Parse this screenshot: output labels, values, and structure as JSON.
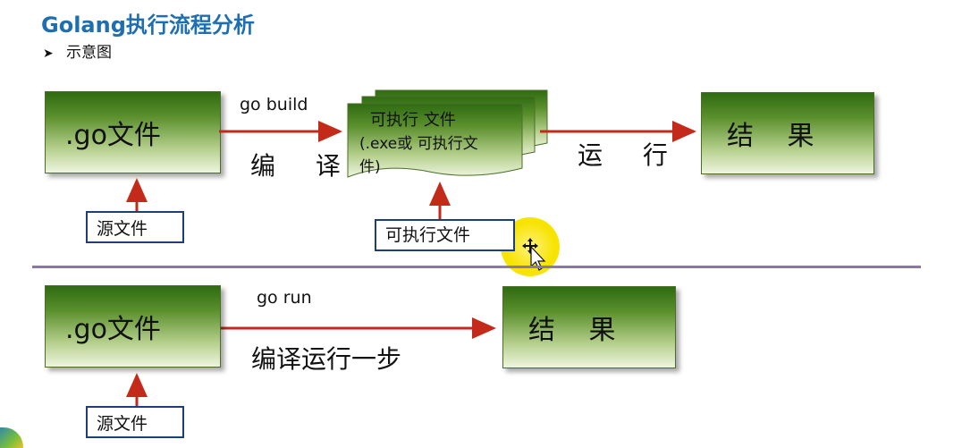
{
  "title": "Golang执行流程分析",
  "subtitle": "示意图",
  "top_flow": {
    "source_box": ".go文件",
    "source_label": "源文件",
    "build_command": "go build",
    "compile_label": "编 译",
    "exe_doc_line1": "可执行 文件",
    "exe_doc_line2": "(.exe或 可执行文",
    "exe_doc_line3": "件)",
    "exe_label": "可执行文件",
    "run_label": "运 行",
    "result_box": "结 果"
  },
  "bottom_flow": {
    "source_box": ".go文件",
    "source_label": "源文件",
    "run_command": "go run",
    "compile_run_label": "编译运行一步",
    "result_box": "结 果"
  },
  "colors": {
    "title": "#1f6fb0",
    "arrow": "#c42a1a",
    "box_border": "#1c3f7a",
    "divider": "#8a79a8"
  },
  "icons": {
    "bullet": "arrowhead-bullet-icon",
    "cursor": "move-cursor-icon"
  }
}
